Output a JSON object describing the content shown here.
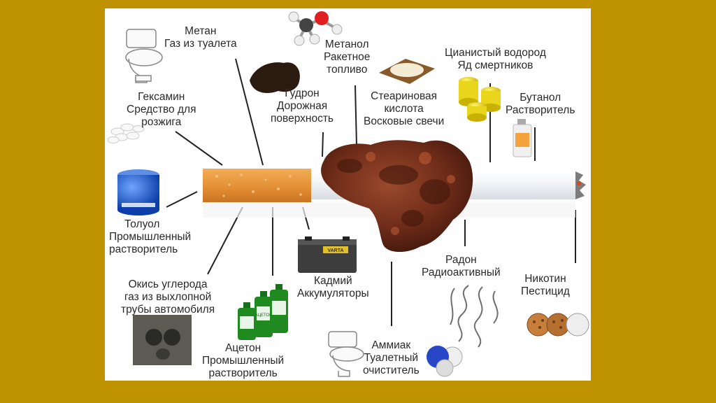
{
  "labels": {
    "metan": [
      "Метан",
      "Газ из туалета"
    ],
    "metanol": [
      "Метанол",
      "Ракетное",
      "топливо"
    ],
    "gudron": [
      "Гудрон",
      "Дорожная",
      "поверхность"
    ],
    "stearin": [
      "Стеариновая",
      "кислота",
      "Восковые свечи"
    ],
    "cyan": [
      "Цианистый водород",
      "Яд смертников"
    ],
    "butanol": [
      "Бутанол",
      "Растворитель"
    ],
    "geksamin": [
      "Гексамин",
      "Средство для",
      "розжига"
    ],
    "toluol": [
      "Толуол",
      "Промышленный",
      "растворитель"
    ],
    "carbon": [
      "Окись углерода",
      "газ из выхлопной",
      "трубы автомобиля"
    ],
    "aceton": [
      "Ацетон",
      "Промышленный",
      "растворитель"
    ],
    "kadmiy": [
      "Кадмий",
      "Аккумуляторы"
    ],
    "ammiak": [
      "Аммиак",
      "Туалетный",
      "очиститель"
    ],
    "radon": [
      "Радон",
      "Радиоактивный"
    ],
    "nikotin": [
      "Никотин",
      "Пестицид"
    ]
  },
  "picture_labels": {
    "battery_brand": "VARTA",
    "bottle_label": "АЦЕТОН"
  },
  "colors": {
    "background": "#bf9300",
    "panel": "#ffffff",
    "filter": "#e7983f",
    "paper": "#f1f3f5",
    "lung": "#6b2b1a"
  }
}
